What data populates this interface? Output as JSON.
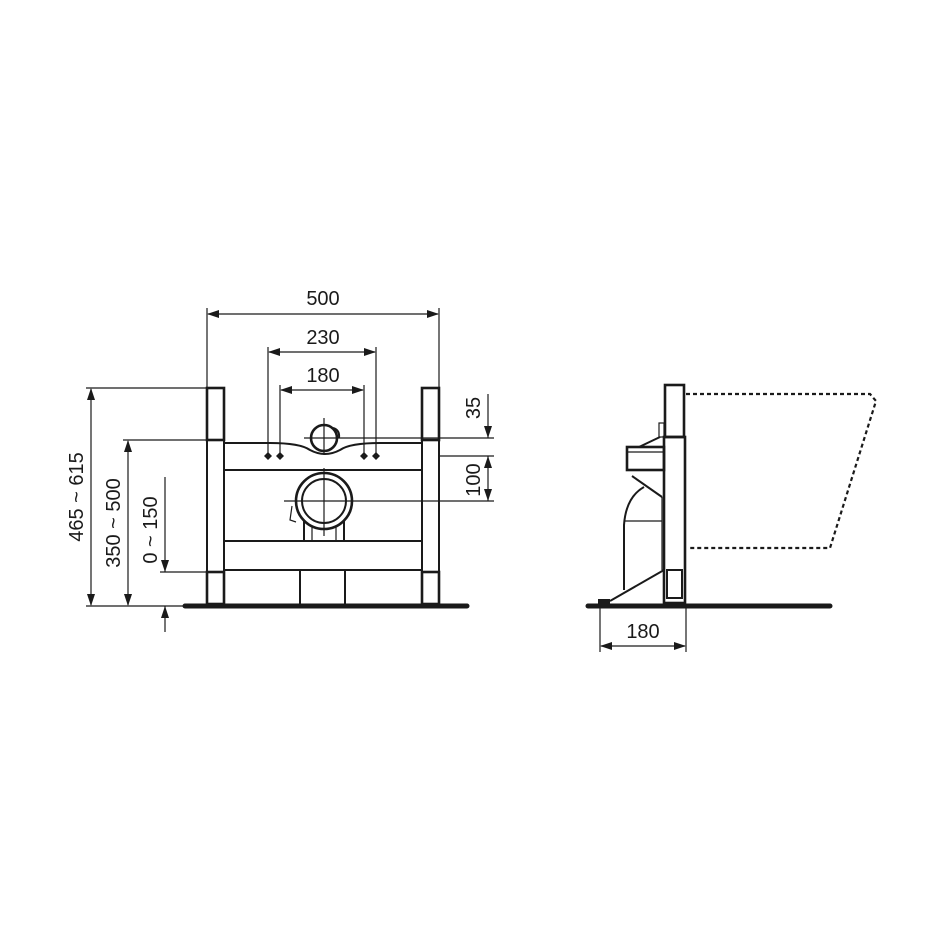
{
  "drawing": {
    "type": "technical dimension drawing",
    "subject": "wall-hung toilet installation frame",
    "line_color": "#1a1a1a",
    "background": "#ffffff"
  },
  "front_view": {
    "dimensions": {
      "overall_width": "500",
      "fixing_centers_outer": "230",
      "fixing_centers_inner": "180",
      "top_offset": "35",
      "outlet_offset": "100",
      "frame_height": "465 ~ 615",
      "fixing_height": "350 ~ 500",
      "leg_adjustment": "0 ~ 150"
    }
  },
  "side_view": {
    "dimensions": {
      "depth": "180"
    }
  }
}
